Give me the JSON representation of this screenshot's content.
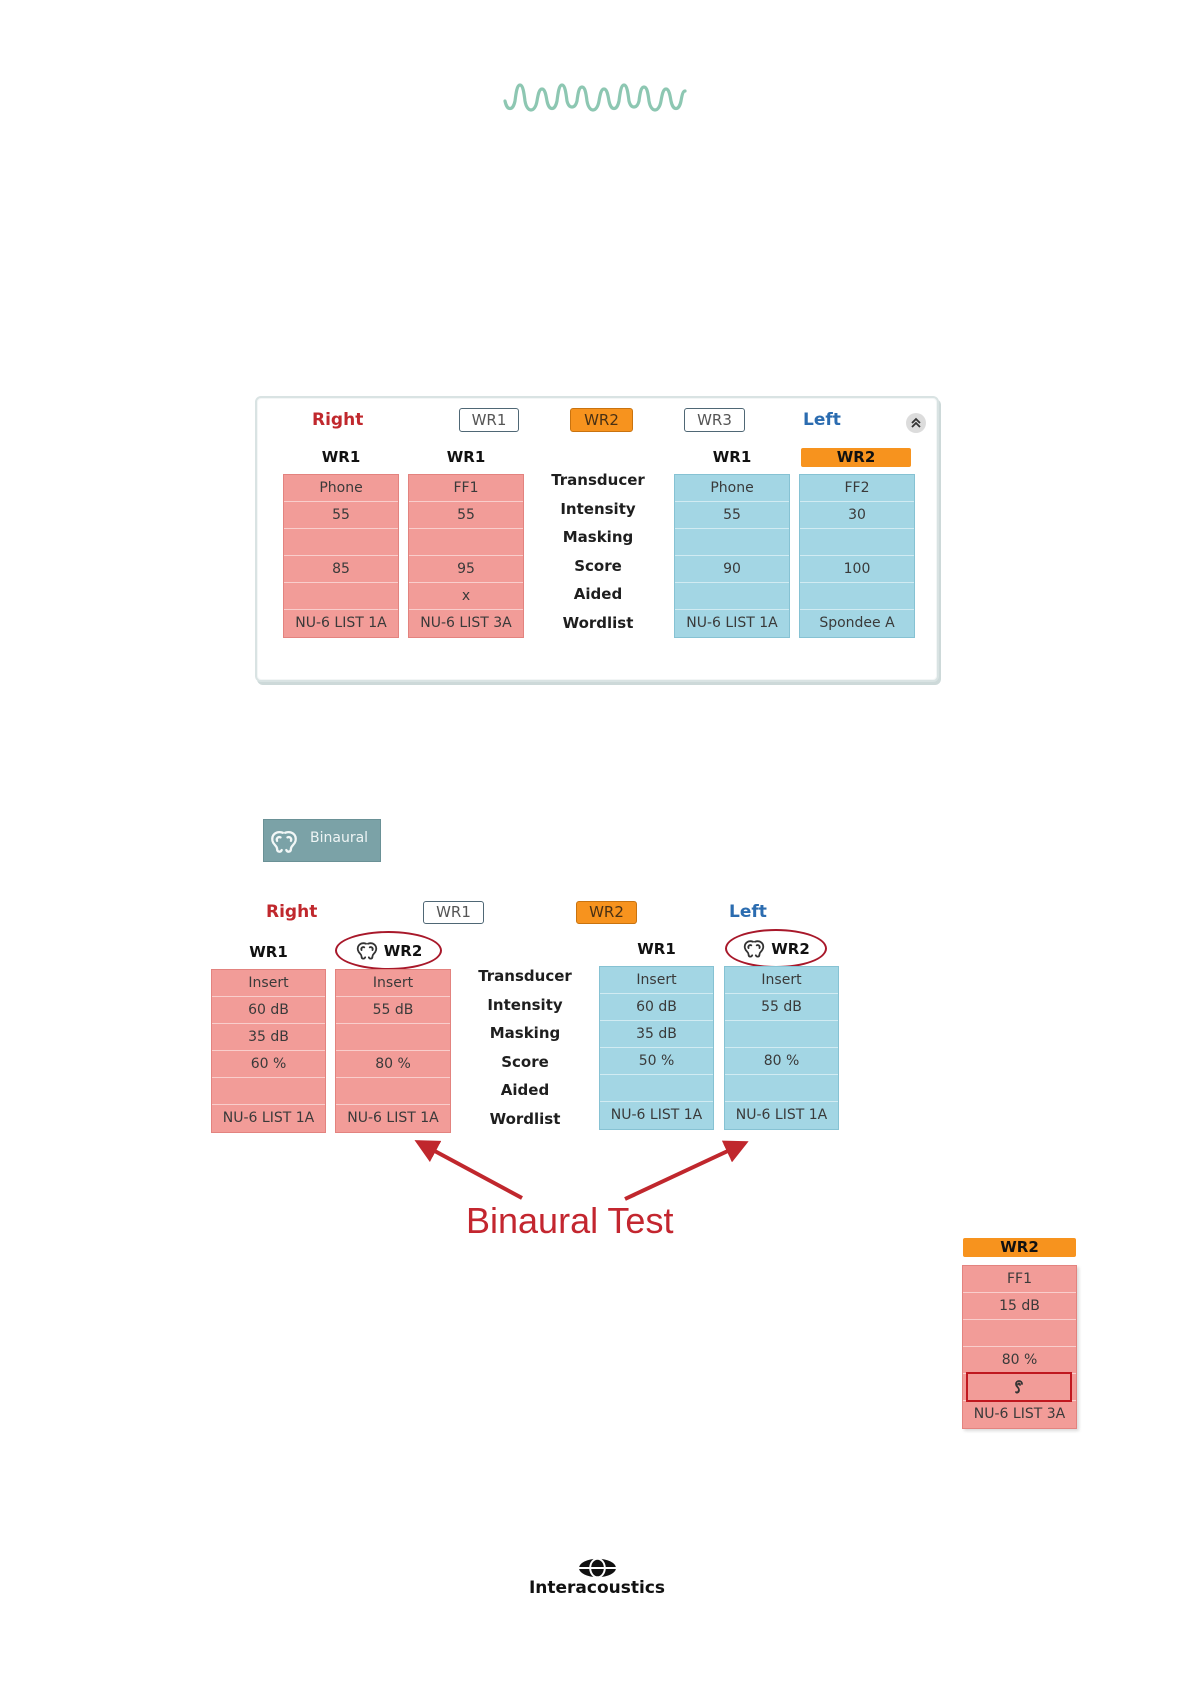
{
  "header_logo": {
    "icon": "waveform-logo-icon",
    "color": "#8dc7b2"
  },
  "panel1": {
    "right_label": "Right",
    "left_label": "Left",
    "tabs": [
      {
        "label": "WR1",
        "active": false
      },
      {
        "label": "WR2",
        "active": true
      },
      {
        "label": "WR3",
        "active": false
      }
    ],
    "collapse_icon": "double-chevron-up-icon",
    "row_labels": [
      "Transducer",
      "Intensity",
      "Masking",
      "Score",
      "Aided",
      "Wordlist"
    ],
    "right_columns": [
      {
        "header": "WR1",
        "cells": [
          "Phone",
          "55",
          "",
          "85",
          "",
          "NU-6 LIST 1A"
        ]
      },
      {
        "header": "WR1",
        "cells": [
          "FF1",
          "55",
          "",
          "95",
          "x",
          "NU-6 LIST 3A"
        ]
      }
    ],
    "left_columns": [
      {
        "header": "WR1",
        "cells": [
          "Phone",
          "55",
          "",
          "90",
          "",
          "NU-6 LIST 1A"
        ]
      },
      {
        "header": "WR2",
        "active": true,
        "cells": [
          "FF2",
          "30",
          "",
          "100",
          "",
          "Spondee A"
        ]
      }
    ]
  },
  "binaural_button": {
    "label": "Binaural",
    "icon": "binaural-ears-icon"
  },
  "panel2": {
    "right_label": "Right",
    "left_label": "Left",
    "tabs": [
      {
        "label": "WR1",
        "active": false
      },
      {
        "label": "WR2",
        "active": true
      }
    ],
    "row_labels": [
      "Transducer",
      "Intensity",
      "Masking",
      "Score",
      "Aided",
      "Wordlist"
    ],
    "right_columns": [
      {
        "header": "WR1",
        "cells": [
          "Insert",
          "60 dB",
          "35 dB",
          "60 %",
          "",
          "NU-6 LIST 1A"
        ]
      },
      {
        "header": "WR2",
        "binaural": true,
        "highlighted": true,
        "cells": [
          "Insert",
          "55 dB",
          "",
          "80 %",
          "",
          "NU-6 LIST 1A"
        ]
      }
    ],
    "left_columns": [
      {
        "header": "WR1",
        "cells": [
          "Insert",
          "60 dB",
          "35 dB",
          "50 %",
          "",
          "NU-6 LIST 1A"
        ]
      },
      {
        "header": "WR2",
        "binaural": true,
        "highlighted": true,
        "cells": [
          "Insert",
          "55 dB",
          "",
          "80 %",
          "",
          "NU-6 LIST 1A"
        ]
      }
    ]
  },
  "annotation": {
    "text": "Binaural Test"
  },
  "aided_panel": {
    "header": "WR2",
    "cells": [
      "FF1",
      "15 dB",
      "",
      "80 %",
      "",
      "NU-6 LIST 3A"
    ],
    "aided_icon": "ear-icon",
    "aided_highlighted": true
  },
  "footer": {
    "brand": "Interacoustics",
    "icon": "interacoustics-logo-icon"
  },
  "colors": {
    "right": "#c0282d",
    "left": "#2b6cb0",
    "active_tab": "#f7931e",
    "right_cell": "#f29c98",
    "left_cell": "#a3d6e4",
    "annotation": "#c3262f",
    "binaural_button": "#7ba2a7",
    "highlight_outline": "#a8182a"
  }
}
